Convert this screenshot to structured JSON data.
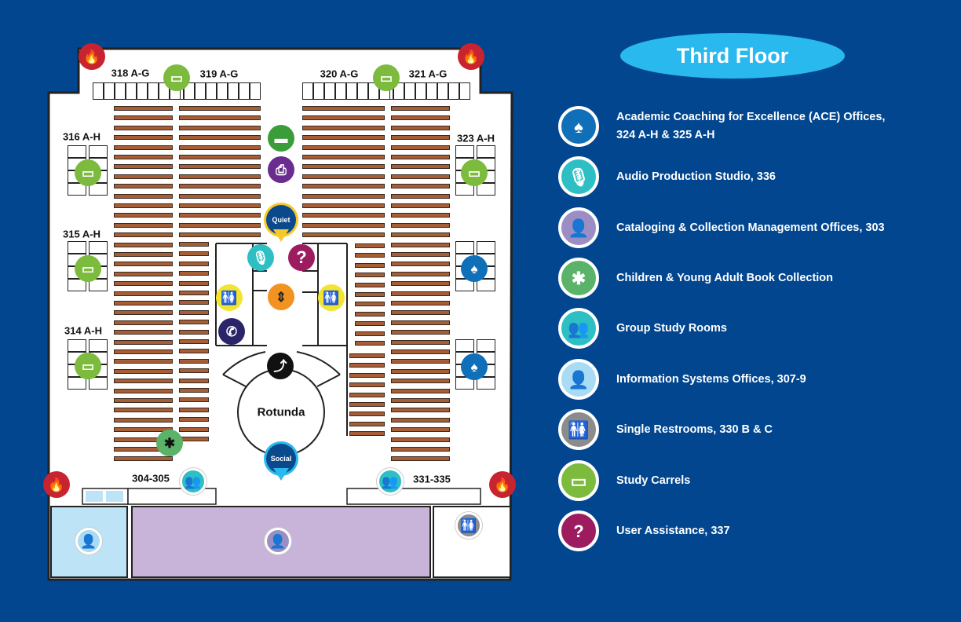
{
  "title": "Third Floor",
  "map": {
    "rotunda": "Rotunda",
    "quiet": "Quiet",
    "social": "Social",
    "rooms": [
      "318 A-G",
      "319 A-G",
      "320 A-G",
      "321 A-G",
      "316 A-H",
      "323 A-H",
      "315 A-H",
      "314 A-H",
      "304-305",
      "331-335"
    ]
  },
  "legend": [
    {
      "icon": "spade",
      "color": "#0f6fb8",
      "lines": [
        "Academic Coaching for Excellence (ACE) Offices,",
        "324 A-H & 325 A-H"
      ]
    },
    {
      "icon": "microphone",
      "color": "#2dbfc4",
      "lines": [
        "Audio Production Studio, 336"
      ]
    },
    {
      "icon": "person-office",
      "color": "#9b8ec4",
      "lines": [
        "Cataloging & Collection Management Offices, 303"
      ]
    },
    {
      "icon": "child",
      "color": "#5bb36a",
      "lines": [
        "Children & Young Adult Book Collection"
      ]
    },
    {
      "icon": "group",
      "color": "#2dbfc4",
      "lines": [
        "Group Study Rooms"
      ]
    },
    {
      "icon": "person-office",
      "color": "#a9dcf4",
      "lines": [
        "Information Systems Offices, 307-9"
      ]
    },
    {
      "icon": "restroom",
      "color": "#8c8c8c",
      "lines": [
        "Single Restrooms, 330 B & C"
      ]
    },
    {
      "icon": "study-carrel",
      "color": "#7dbb3e",
      "lines": [
        "Study Carrels"
      ]
    },
    {
      "icon": "question",
      "color": "#9c1c5f",
      "lines": [
        "User Assistance, 337"
      ]
    }
  ]
}
